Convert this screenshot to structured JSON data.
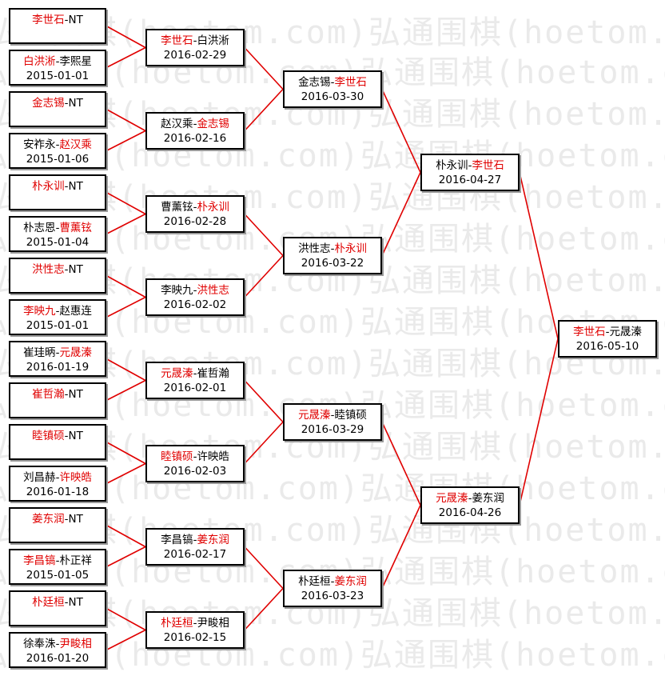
{
  "watermark": "弘通围棋(hoetom.com)弘通围棋(hoetom.com)",
  "colors": {
    "winner": "#e00000",
    "line": "#e00000",
    "text": "#000000"
  },
  "rounds": [
    [
      {
        "p1": "李世石",
        "p2": "NT",
        "winner": 1,
        "date": ""
      },
      {
        "p1": "白洪淅",
        "p2": "李熙星",
        "winner": 1,
        "date": "2015-01-01"
      },
      {
        "p1": "金志锡",
        "p2": "NT",
        "winner": 1,
        "date": ""
      },
      {
        "p1": "安祚永",
        "p2": "赵汉乘",
        "winner": 2,
        "date": "2015-01-06"
      },
      {
        "p1": "朴永训",
        "p2": "NT",
        "winner": 1,
        "date": ""
      },
      {
        "p1": "朴志恩",
        "p2": "曹薰铉",
        "winner": 2,
        "date": "2015-01-04"
      },
      {
        "p1": "洪性志",
        "p2": "NT",
        "winner": 1,
        "date": ""
      },
      {
        "p1": "李映九",
        "p2": "赵惠连",
        "winner": 1,
        "date": "2015-01-01"
      },
      {
        "p1": "崔珪昞",
        "p2": "元晟溱",
        "winner": 2,
        "date": "2016-01-19"
      },
      {
        "p1": "崔哲瀚",
        "p2": "NT",
        "winner": 1,
        "date": ""
      },
      {
        "p1": "睦镇硕",
        "p2": "NT",
        "winner": 1,
        "date": ""
      },
      {
        "p1": "刘昌赫",
        "p2": "许映皓",
        "winner": 2,
        "date": "2016-01-18"
      },
      {
        "p1": "姜东润",
        "p2": "NT",
        "winner": 1,
        "date": ""
      },
      {
        "p1": "李昌镐",
        "p2": "朴正祥",
        "winner": 1,
        "date": "2015-01-05"
      },
      {
        "p1": "朴廷桓",
        "p2": "NT",
        "winner": 1,
        "date": ""
      },
      {
        "p1": "徐奉洙",
        "p2": "尹畯相",
        "winner": 2,
        "date": "2016-01-20"
      }
    ],
    [
      {
        "p1": "李世石",
        "p2": "白洪淅",
        "winner": 1,
        "date": "2016-02-29"
      },
      {
        "p1": "赵汉乘",
        "p2": "金志锡",
        "winner": 2,
        "date": "2016-02-16"
      },
      {
        "p1": "曹薰铉",
        "p2": "朴永训",
        "winner": 2,
        "date": "2016-02-28"
      },
      {
        "p1": "李映九",
        "p2": "洪性志",
        "winner": 2,
        "date": "2016-02-02"
      },
      {
        "p1": "元晟溱",
        "p2": "崔哲瀚",
        "winner": 1,
        "date": "2016-02-01"
      },
      {
        "p1": "睦镇硕",
        "p2": "许映皓",
        "winner": 1,
        "date": "2016-02-03"
      },
      {
        "p1": "李昌镐",
        "p2": "姜东润",
        "winner": 2,
        "date": "2016-02-17"
      },
      {
        "p1": "朴廷桓",
        "p2": "尹畯相",
        "winner": 1,
        "date": "2016-02-15"
      }
    ],
    [
      {
        "p1": "金志锡",
        "p2": "李世石",
        "winner": 2,
        "date": "2016-03-30"
      },
      {
        "p1": "洪性志",
        "p2": "朴永训",
        "winner": 2,
        "date": "2016-03-22"
      },
      {
        "p1": "元晟溱",
        "p2": "睦镇硕",
        "winner": 1,
        "date": "2016-03-29"
      },
      {
        "p1": "朴廷桓",
        "p2": "姜东润",
        "winner": 2,
        "date": "2016-03-23"
      }
    ],
    [
      {
        "p1": "朴永训",
        "p2": "李世石",
        "winner": 2,
        "date": "2016-04-27"
      },
      {
        "p1": "元晟溱",
        "p2": "姜东润",
        "winner": 1,
        "date": "2016-04-26"
      }
    ],
    [
      {
        "p1": "李世石",
        "p2": "元晟溱",
        "winner": 1,
        "date": "2016-05-10"
      }
    ]
  ]
}
